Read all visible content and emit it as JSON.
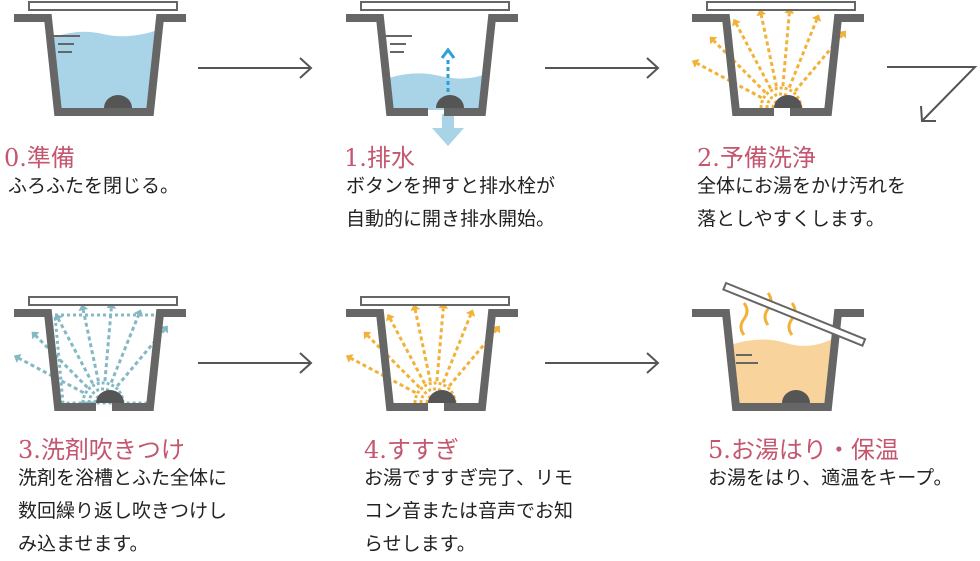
{
  "colors": {
    "tub": "#666666",
    "title": "#c4566f",
    "water": "#a9d4e8",
    "drain_arrow": "#2b9fdc",
    "spray_orange": "#f2b23a",
    "spray_teal": "#84b9c4",
    "hot_water": "#f8d39c"
  },
  "steps": [
    {
      "title": "0.準備",
      "lines": [
        "ふろふたを閉じる。"
      ],
      "illustration": "full-tub-lid-closed"
    },
    {
      "title": "1.排水",
      "lines": [
        "ボタンを押すと排水栓が",
        "自動的に開き排水開始。"
      ],
      "illustration": "draining-tub"
    },
    {
      "title": "2.予備洗浄",
      "lines": [
        "全体にお湯をかけ汚れを",
        "落としやすくします。"
      ],
      "illustration": "orange-spray"
    },
    {
      "title": "3.洗剤吹きつけ",
      "lines": [
        "洗剤を浴槽とふた全体に",
        "数回繰り返し吹きつけし",
        "み込ませます。"
      ],
      "illustration": "teal-spray"
    },
    {
      "title": "4.すすぎ",
      "lines": [
        "お湯ですすぎ完了、リモ",
        "コン音または音声でお知",
        "らせします。"
      ],
      "illustration": "orange-spray"
    },
    {
      "title": "5.お湯はり・保温",
      "lines": [
        "お湯をはり、適温をキープ。"
      ],
      "illustration": "hot-water-steam"
    }
  ]
}
